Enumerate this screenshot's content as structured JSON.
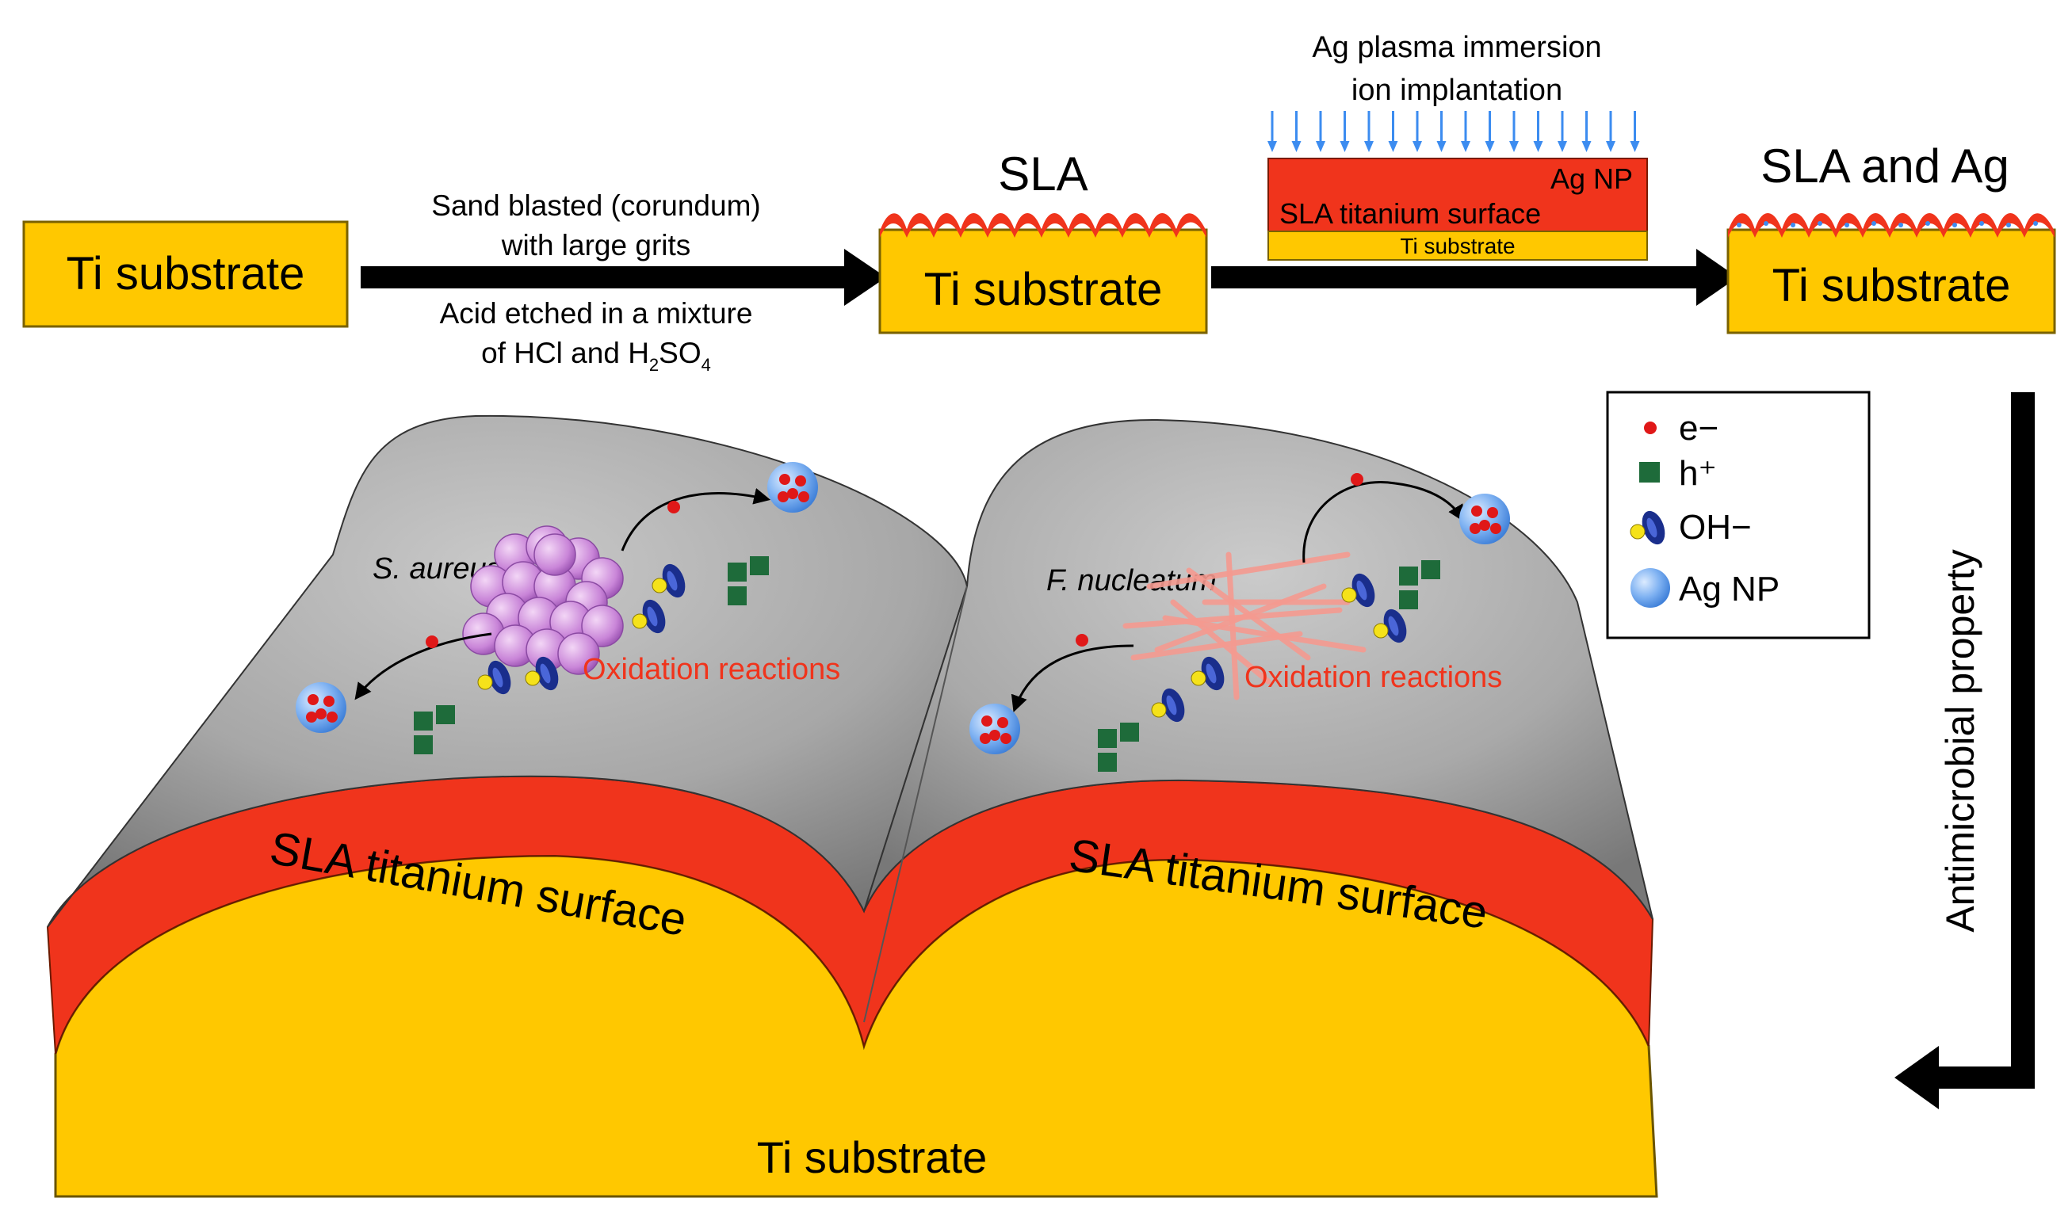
{
  "process": {
    "box1_label": "Ti substrate",
    "step1_top_line1": "Sand blasted (corundum)",
    "step1_top_line2": "with large grits",
    "step1_bottom_line1": "Acid etched in a mixture",
    "step1_bottom_line2_prefix": "of HCl and H",
    "step1_bottom_line2_sub1": "2",
    "step1_bottom_line2_mid": "SO",
    "step1_bottom_line2_sub2": "4",
    "sla_title": "SLA",
    "box2_label": "Ti substrate",
    "implant_title_line1": "Ag plasma immersion",
    "implant_title_line2": "ion implantation",
    "implant_layer_agnp": "Ag NP",
    "implant_layer_sla": "SLA titanium surface",
    "implant_layer_ti": "Ti substrate",
    "sla_ag_title": "SLA and Ag",
    "box3_label": "Ti substrate"
  },
  "legend": {
    "electron": "e−",
    "hole": "h⁺",
    "hydroxide": "OH−",
    "agnp": "Ag NP"
  },
  "side_arrow_label": "Antimicrobial property",
  "surface": {
    "left_bacteria": "S. aureus",
    "right_bacteria": "F. nucleatum",
    "oxidation_left": "Oxidation reactions",
    "oxidation_right": "Oxidation reactions",
    "sla_left": "SLA titanium surface",
    "sla_right": "SLA titanium surface",
    "ti_bottom": "Ti substrate"
  },
  "colors": {
    "substrate": "#FFC800",
    "sla_red": "#F0341C",
    "arrow_black": "#000000",
    "implant_blue": "#3C8CF0",
    "electron": "#E01818",
    "hole": "#1E6B3A",
    "oxidation_text": "#F0341C",
    "gray_surface": "#A8A8A8"
  },
  "icons": {
    "electron": "red-dot-icon",
    "hole": "green-square-icon",
    "hydroxide": "hydroxide-ion-icon",
    "agnp": "silver-nanoparticle-icon",
    "bacteria_left": "staphylococcus-cluster-icon",
    "bacteria_right": "fusobacterium-rods-icon"
  }
}
